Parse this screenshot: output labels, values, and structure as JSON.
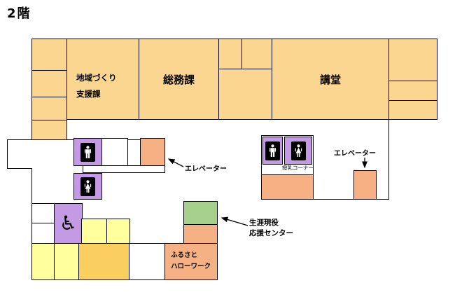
{
  "title": "2階",
  "colors": {
    "room_orange": "#FBD690",
    "room_yellow": "#FFFF9E",
    "room_gold": "#FBCE60",
    "room_purple": "#C59AE4",
    "room_salmon": "#F5B183",
    "room_green": "#A8D08D",
    "wall": "#000000"
  },
  "rooms": {
    "community_support": {
      "line1": "地域づくり",
      "line2": "支援課"
    },
    "general_affairs": {
      "label": "総務課"
    },
    "auditorium": {
      "label": "講堂"
    },
    "hometown_hellowork": {
      "line1": "ふるさと",
      "line2": "ハローワーク"
    }
  },
  "annotations": {
    "elevator_left": "エレベーター",
    "elevator_right": "エレベーター",
    "nursing_corner": "授乳コーナー",
    "lifetime_support_line1": "生涯現役",
    "lifetime_support_line2": "応援センター"
  },
  "icons": {
    "wheelchair": {
      "name": "wheelchair-icon",
      "glyph": "♿"
    },
    "mens_restroom": {
      "name": "men-restroom-icon",
      "shape": "man-pictogram"
    },
    "womens_restroom": {
      "name": "women-restroom-icon",
      "shape": "woman-pictogram"
    },
    "arrow": {
      "name": "arrow-icon",
      "shape": "line-arrow"
    }
  }
}
